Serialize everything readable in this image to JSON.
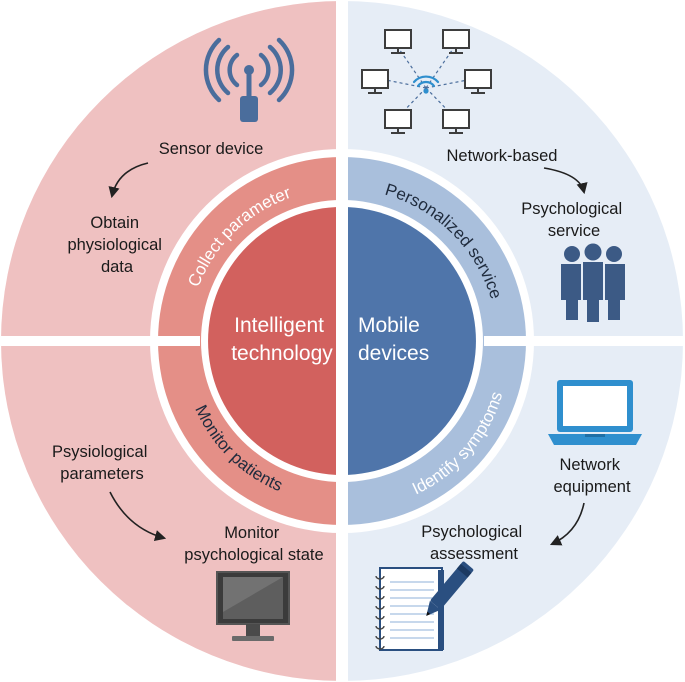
{
  "center": {
    "left_lines": [
      "Intelligent",
      "technology"
    ],
    "right_lines": [
      "Mobile",
      "devices"
    ]
  },
  "ring": {
    "top_left": "Collect parameter",
    "bottom_left": "Monitor patients",
    "top_right": "Personalized service",
    "bottom_right": "Identify symptoms"
  },
  "quadrants": {
    "top_left": {
      "icon": "antenna-icon",
      "label": "Sensor device",
      "result_lines": [
        "Obtain",
        "physiological",
        "data"
      ]
    },
    "bottom_left": {
      "icon": "monitor-icon",
      "label_lines": [
        "Psysiological",
        "parameters"
      ],
      "result_lines": [
        "Monitor",
        "psychological state"
      ]
    },
    "top_right": {
      "icon": "network-icon",
      "label": "Network-based",
      "result_lines": [
        "Psychological",
        "service"
      ],
      "result_icon": "people-icon"
    },
    "bottom_right": {
      "icon": "laptop-icon",
      "label_lines": [
        "Network",
        "equipment"
      ],
      "result_lines": [
        "Psychological",
        "assessment"
      ],
      "result_icon": "notebook-pen-icon"
    }
  },
  "colors": {
    "left_outer": "#efc1c1",
    "left_ring": "#e48f87",
    "left_core": "#d2615e",
    "right_outer": "#e6edf6",
    "right_ring": "#a9bfdc",
    "right_core": "#4f75aa",
    "icon_blue": "#4a6d9c",
    "laptop_blue": "#2f8fce",
    "people_blue": "#3c5a85"
  }
}
